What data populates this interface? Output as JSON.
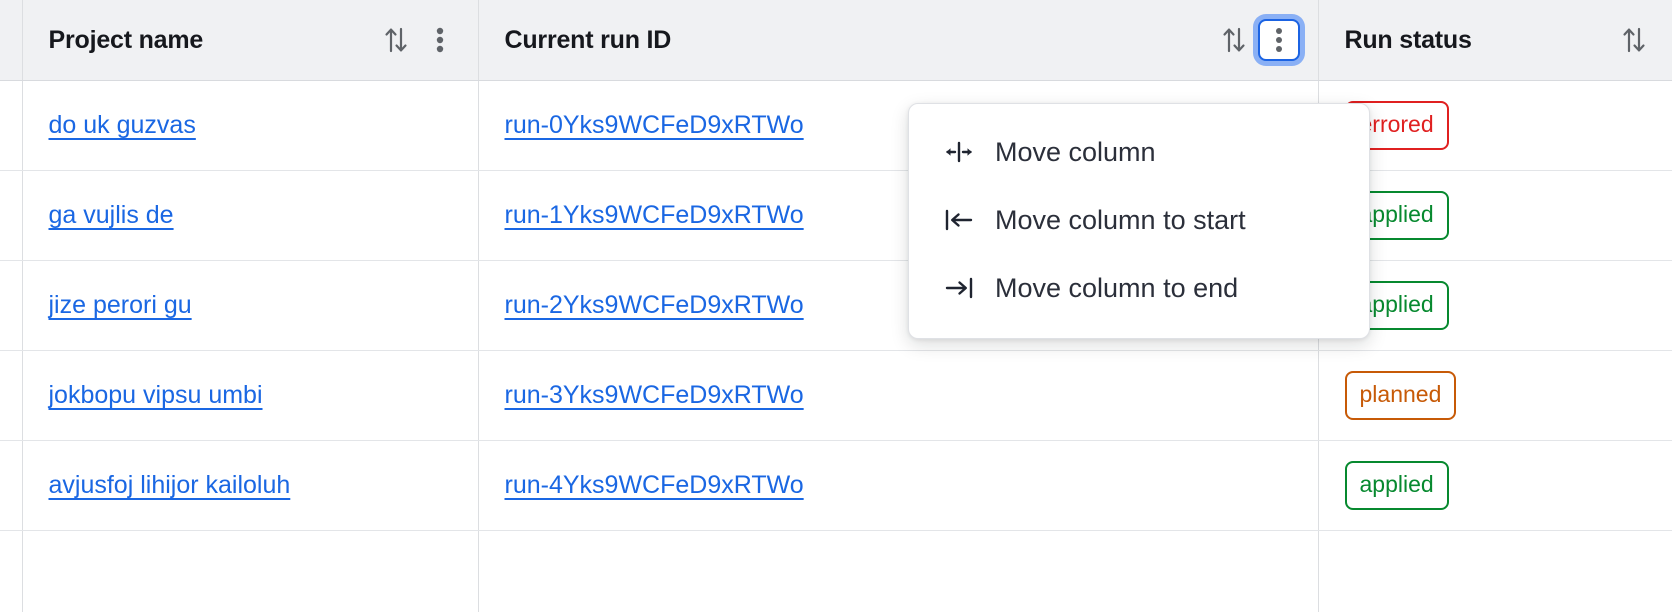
{
  "table": {
    "columns": [
      {
        "id": "project-name",
        "label": "Project name",
        "sort_icon": "sort-arrows-icon",
        "menu_icon": "three-dots-vertical-icon",
        "has_menu": true,
        "menu_focused": false
      },
      {
        "id": "current-run-id",
        "label": "Current run ID",
        "sort_icon": "sort-arrows-icon",
        "menu_icon": "three-dots-vertical-icon",
        "has_menu": true,
        "menu_focused": true
      },
      {
        "id": "run-status",
        "label": "Run status",
        "sort_icon": "sort-arrows-icon",
        "menu_icon": "three-dots-vertical-icon",
        "has_menu": false,
        "menu_focused": false
      }
    ],
    "rows": [
      {
        "project_name": "do uk guzvas",
        "run_id": "run-0Yks9WCFeD9xRTWo",
        "status": "errored",
        "status_color": "#e02020"
      },
      {
        "project_name": "ga vujlis de",
        "run_id": "run-1Yks9WCFeD9xRTWo",
        "status": "applied",
        "status_color": "#07892f"
      },
      {
        "project_name": "jize perori gu",
        "run_id": "run-2Yks9WCFeD9xRTWo",
        "status": "applied",
        "status_color": "#07892f"
      },
      {
        "project_name": "jokbopu vipsu umbi",
        "run_id": "run-3Yks9WCFeD9xRTWo",
        "status": "planned",
        "status_color": "#c75a07"
      },
      {
        "project_name": "avjusfoj lihijor kailoluh",
        "run_id": "run-4Yks9WCFeD9xRTWo",
        "status": "applied",
        "status_color": "#07892f"
      }
    ]
  },
  "column_menu": {
    "items": [
      {
        "label": "Move column",
        "icon": "move-column-horizontal-icon"
      },
      {
        "label": "Move column to start",
        "icon": "move-column-to-start-icon"
      },
      {
        "label": "Move column to end",
        "icon": "move-column-to-end-icon"
      }
    ]
  },
  "colors": {
    "link": "#1a67e3",
    "header_bg": "#f0f1f3",
    "focus_ring": "#8ab0f5",
    "focus_border": "#1b63e3",
    "border": "#dcdee1"
  }
}
